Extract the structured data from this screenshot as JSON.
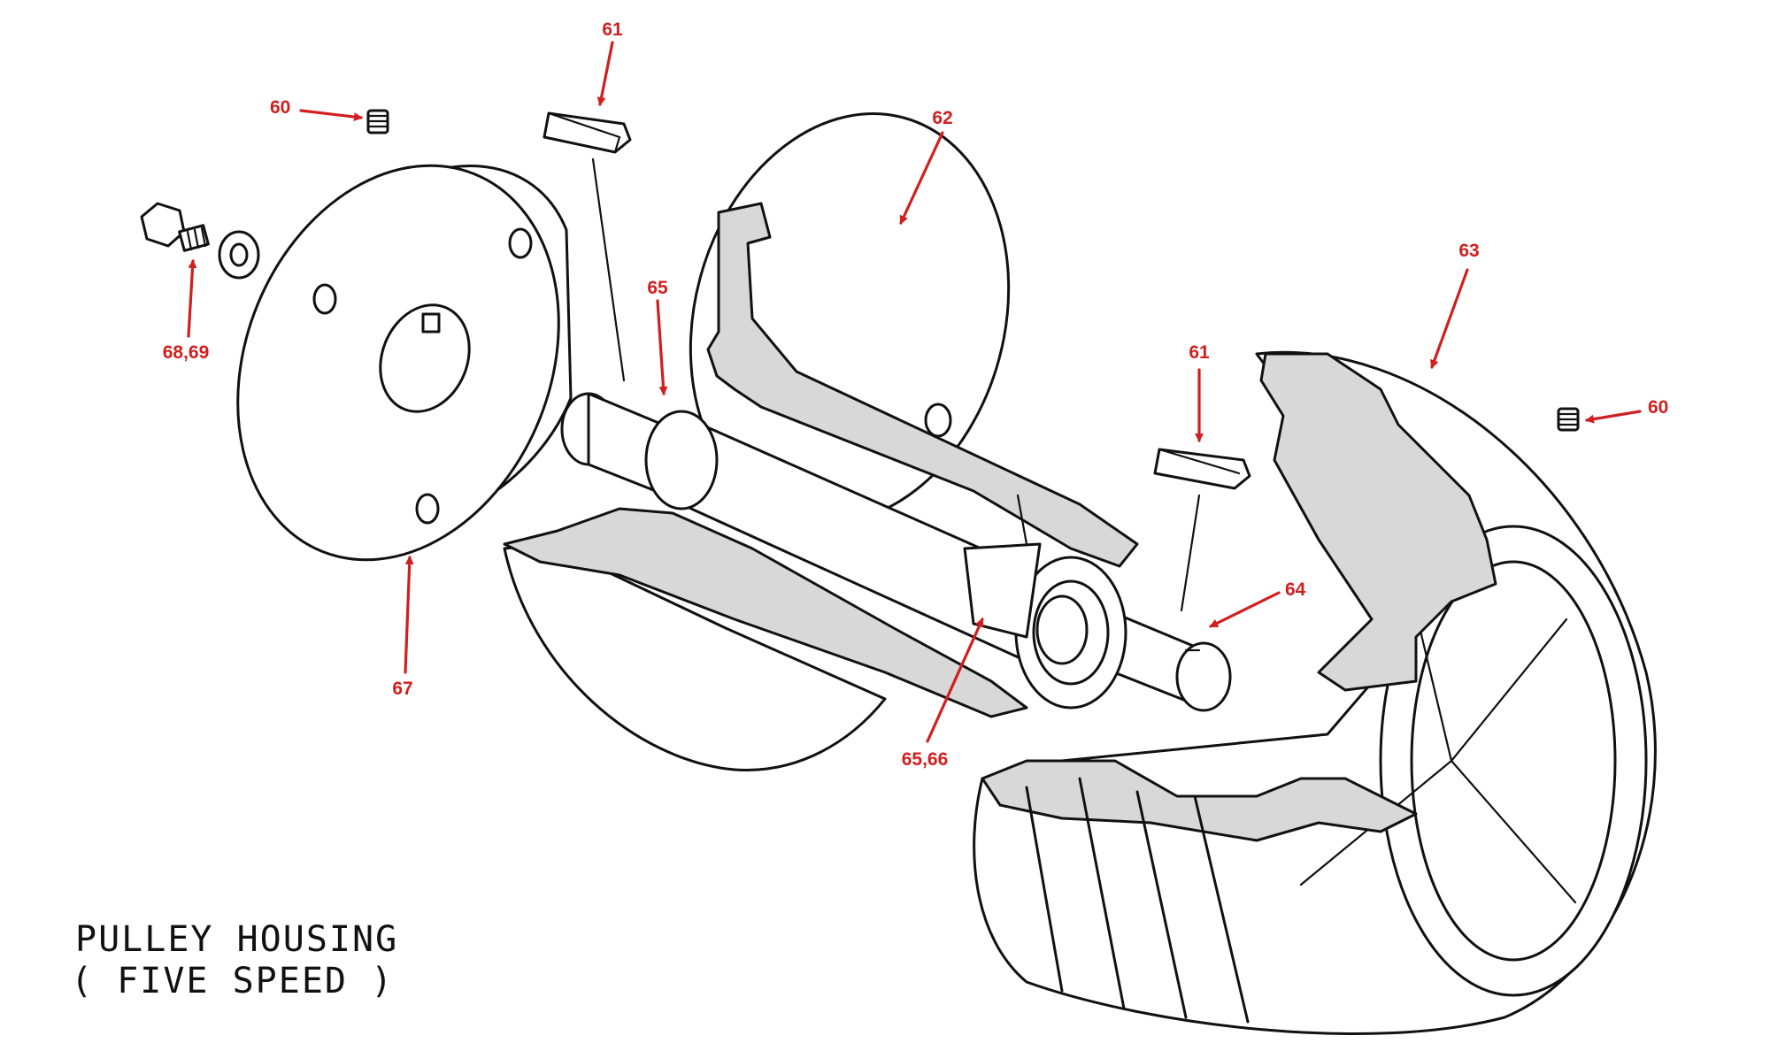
{
  "title": {
    "line1": "PULLEY HOUSING",
    "line2": "( FIVE SPEED )"
  },
  "callouts": {
    "set_screw_left": "60",
    "key_top": "61",
    "housing": "62",
    "drive_pulley": "63",
    "shaft": "64",
    "bearing_left": "65",
    "bearing_pair": "65,66",
    "end_cap": "67",
    "bolt_washer": "68,69",
    "key_right": "61",
    "set_screw_right": "60"
  },
  "colors": {
    "callout": "#d11f1f",
    "ink": "#111111",
    "paper": "#ffffff"
  }
}
